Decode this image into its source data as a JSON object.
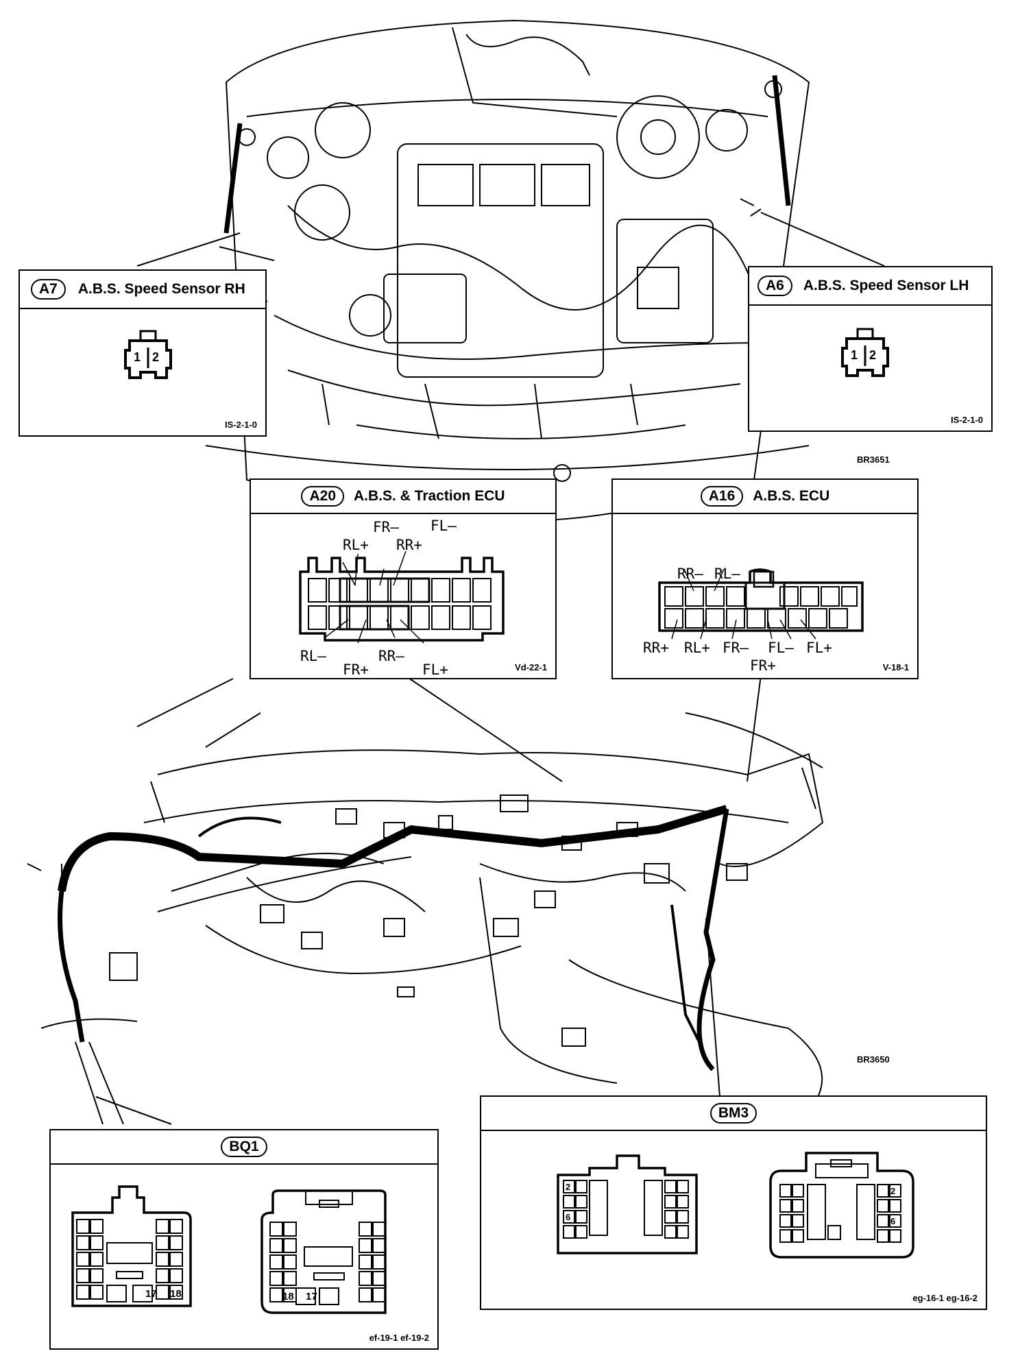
{
  "diagram": {
    "image_ids": {
      "engine": "BR3651",
      "dash": "BR3650"
    },
    "a7": {
      "id": "A7",
      "title": "A.B.S. Speed Sensor RH",
      "pins": [
        "1",
        "2"
      ],
      "code": "IS-2-1-0"
    },
    "a6": {
      "id": "A6",
      "title": "A.B.S. Speed Sensor LH",
      "pins": [
        "1",
        "2"
      ],
      "code": "IS-2-1-0"
    },
    "a20": {
      "id": "A20",
      "title": "A.B.S. & Traction ECU",
      "code": "Vd-22-1",
      "top_labels": {
        "fr_minus": "FR–",
        "fl_minus": "FL–",
        "rl_plus": "RL+",
        "rr_plus": "RR+"
      },
      "bottom_labels": {
        "rl_minus": "RL–",
        "rr_minus": "RR–",
        "fr_plus": "FR+",
        "fl_plus": "FL+"
      }
    },
    "a16": {
      "id": "A16",
      "title": "A.B.S. ECU",
      "code": "V-18-1",
      "top_labels": {
        "rr_minus": "RR–",
        "rl_minus": "RL–"
      },
      "bottom_labels": {
        "rr_plus": "RR+",
        "rl_plus": "RL+",
        "fr_minus": "FR–",
        "fl_minus": "FL–",
        "fl_plus": "FL+",
        "fr_plus": "FR+"
      }
    },
    "bq1": {
      "id": "BQ1",
      "pins": [
        "17",
        "18"
      ],
      "code": "ef-19-1 ef-19-2"
    },
    "bm3": {
      "id": "BM3",
      "pins": [
        "2",
        "6"
      ],
      "code": "eg-16-1 eg-16-2"
    }
  }
}
